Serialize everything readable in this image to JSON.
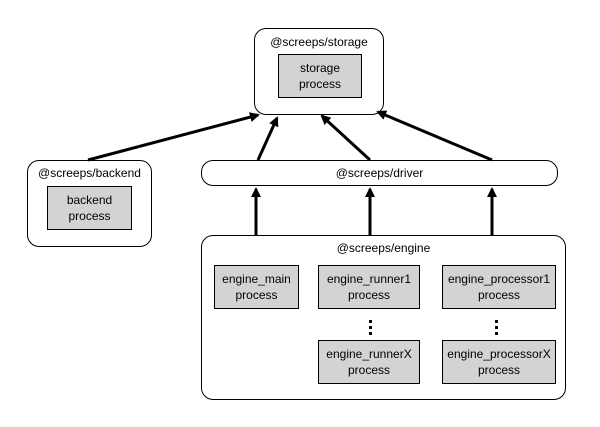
{
  "storage": {
    "title": "@screeps/storage",
    "process": [
      "storage",
      "process"
    ]
  },
  "backend": {
    "title": "@screeps/backend",
    "process": [
      "backend",
      "process"
    ]
  },
  "driver": {
    "title": "@screeps/driver"
  },
  "engine": {
    "title": "@screeps/engine",
    "main": [
      "engine_main",
      "process"
    ],
    "runner1": [
      "engine_runner1",
      "process"
    ],
    "runnerX": [
      "engine_runnerX",
      "process"
    ],
    "processor1": [
      "engine_processor1",
      "process"
    ],
    "processorX": [
      "engine_processorX",
      "process"
    ]
  },
  "colors": {
    "process_fill": "#d3d3d3",
    "stroke": "#000000",
    "background": "#ffffff"
  }
}
